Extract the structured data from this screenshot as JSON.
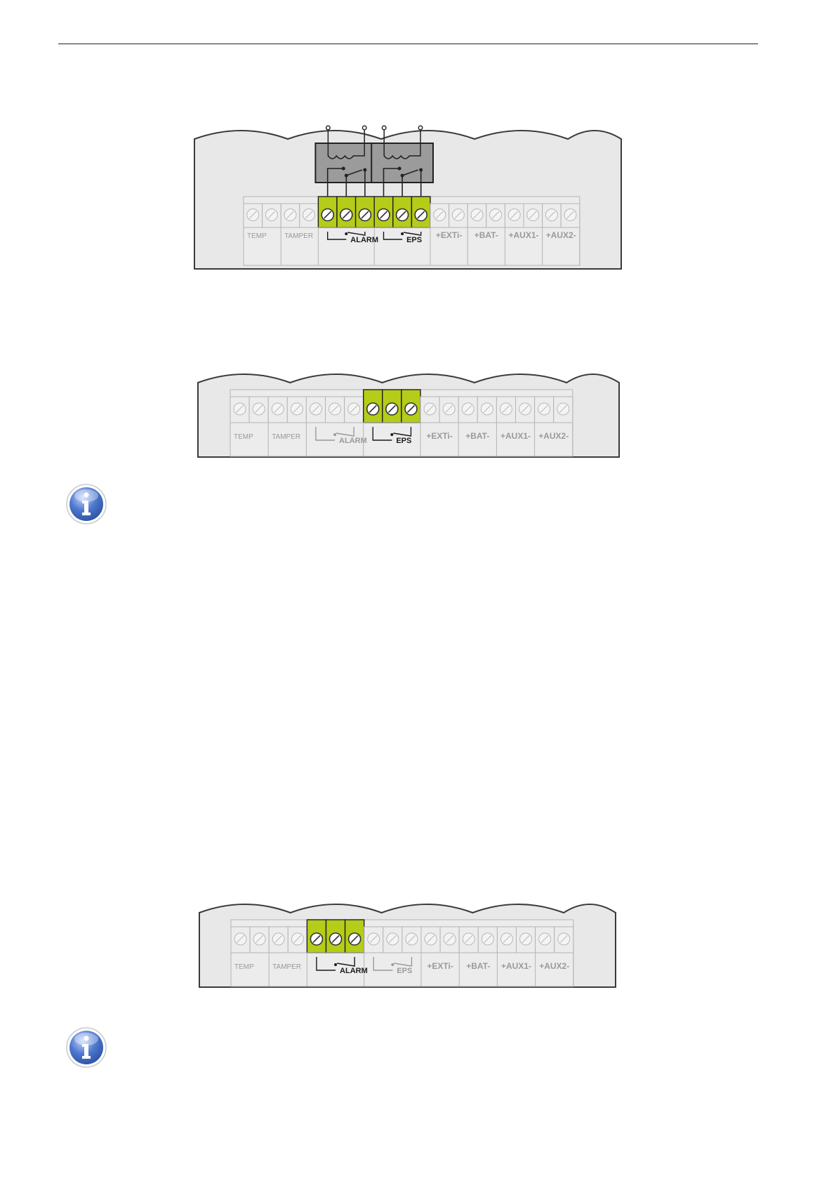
{
  "colors": {
    "panel_bg": "#e8e8e8",
    "panel_border": "#3a3a3a",
    "terminal_bg": "#ececec",
    "terminal_border": "#b4b4b4",
    "active_terminal": "#b5cc18",
    "relay_box": "#9b9b9b",
    "info_icon_blue": "#4f79cf"
  },
  "icons": {
    "info": "info-icon"
  },
  "labels": {
    "temp": "TEMP",
    "tamper": "TAMPER",
    "alarm": "ALARM",
    "eps": "EPS",
    "ext": "+EXTi-",
    "bat": "+BAT-",
    "aux1": "+AUX1-",
    "aux2": "+AUX2-"
  },
  "figures": [
    {
      "id": "fig1",
      "active_terminals": [
        4,
        5,
        6,
        7,
        8,
        9
      ],
      "relays": true
    },
    {
      "id": "fig2",
      "active_terminals": [
        7,
        8,
        9
      ],
      "relays": false
    },
    {
      "id": "fig3",
      "active_terminals": [
        4,
        5,
        6
      ],
      "relays": false
    }
  ]
}
